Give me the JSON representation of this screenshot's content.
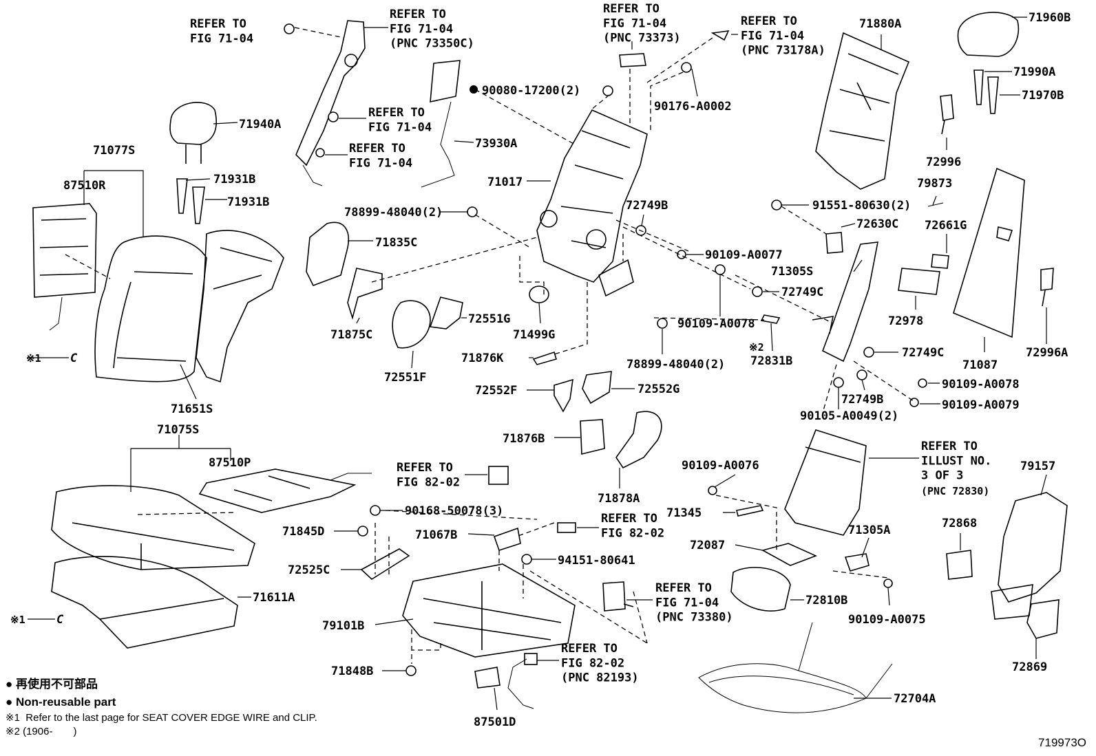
{
  "labels": {
    "l_refer_fig7104_a": "REFER TO\nFIG 71-04",
    "l_refer_73350c": "REFER TO\nFIG 71-04\n(PNC 73350C)",
    "l_refer_73373": "REFER TO\nFIG 71-04\n(PNC 73373)",
    "l_refer_73178a": "REFER TO\nFIG 71-04\n(PNC 73178A)",
    "l_refer_fig7104_b": "REFER TO\nFIG 71-04",
    "l_refer_fig7104_c": "REFER TO\nFIG 71-04",
    "l_71880a": "71880A",
    "l_71960b": "71960B",
    "l_71990a": "71990A",
    "l_71970b": "71970B",
    "l_90080": "90080-17200(2)",
    "l_90176": "90176-A0002",
    "l_71940a": "71940A",
    "l_73930a": "73930A",
    "l_71077s": "71077S",
    "l_87510r": "87510R",
    "l_71931b_a": "71931B",
    "l_71931b_b": "71931B",
    "l_71017": "71017",
    "l_72996": "72996",
    "l_79873": "79873",
    "l_78899_a": "78899-48040(2)",
    "l_72749b_a": "72749B",
    "l_91551": "91551-80630(2)",
    "l_72630c": "72630C",
    "l_72661g": "72661G",
    "l_71835c": "71835C",
    "l_90109_0077": "90109-A0077",
    "l_71305s": "71305S",
    "l_72749c_a": "72749C",
    "l_72978": "72978",
    "l_72551g": "72551G",
    "l_71875c": "71875C",
    "l_71499g": "71499G",
    "l_90109_0078_a": "90109-A0078",
    "l_mark1_a": "※1",
    "l_mark2": "※2",
    "l_72831b": "72831B",
    "l_72749c_b": "72749C",
    "l_71087": "71087",
    "l_72996a": "72996A",
    "l_71876k": "71876K",
    "l_78899_b": "78899-48040(2)",
    "l_72551f": "72551F",
    "l_90109_0078_b": "90109-A0078",
    "l_72552f": "72552F",
    "l_72552g": "72552G",
    "l_72749b_b": "72749B",
    "l_90109_0079": "90109-A0079",
    "l_71651s": "71651S",
    "l_90105": "90105-A0049(2)",
    "l_71075s": "71075S",
    "l_71876b": "71876B",
    "l_refer_illust": "REFER TO\nILLUST NO.\n3 OF 3",
    "l_pnc_72830": "(PNC 72830)",
    "l_79157": "79157",
    "l_87510p": "87510P",
    "l_90109_0076": "90109-A0076",
    "l_refer_fig8202_a": "REFER TO\nFIG 82-02",
    "l_71878a": "71878A",
    "l_90168": "90168-50078(3)",
    "l_71345": "71345",
    "l_71305a": "71305A",
    "l_72868": "72868",
    "l_71845d": "71845D",
    "l_71067b": "71067B",
    "l_refer_fig8202_b": "REFER TO\nFIG 82-02",
    "l_72087": "72087",
    "l_94151": "94151-80641",
    "l_72525c": "72525C",
    "l_71611a": "71611A",
    "l_refer_73380": "REFER TO\nFIG 71-04\n(PNC 73380)",
    "l_72810b": "72810B",
    "l_90109_0075": "90109-A0075",
    "l_mark1_b": "※1",
    "l_79101b": "79101B",
    "l_72869": "72869",
    "l_refer_82193": "REFER TO\nFIG 82-02\n(PNC 82193)",
    "l_71848b": "71848B",
    "l_72704a": "72704A",
    "l_87501d": "87501D",
    "l_c_a": "C",
    "l_c_b": "C"
  },
  "legend": {
    "jp": "再使用不可部品",
    "en": "Non-reusable part",
    "note1_mark": "※1",
    "note1": "Refer to the last page for SEAT COVER EDGE WIRE and CLIP.",
    "note2_mark": "※2",
    "note2": "(1906-　　)"
  },
  "diagram_code": "719973O"
}
